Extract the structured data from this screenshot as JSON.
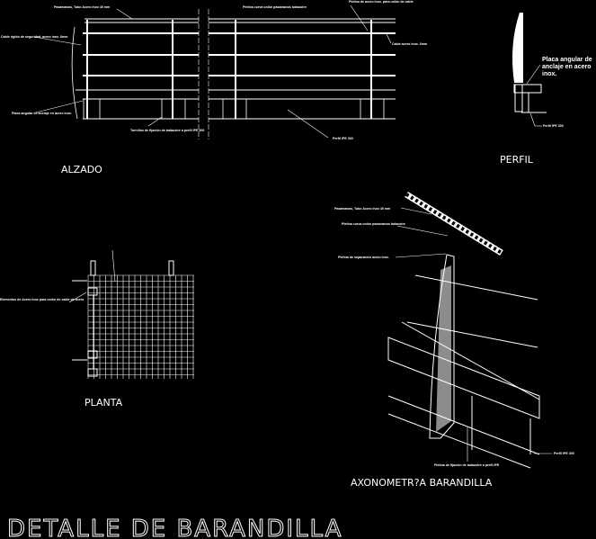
{
  "drawing": {
    "title": "DETALLE  DE  BARANDILLA",
    "colors": {
      "background": "#000000",
      "lines": "#ffffff"
    },
    "views": {
      "alzado": {
        "label": "ALZADO",
        "notes": [
          "Pasamanos, Tubo Acero Inox 40 mm",
          "Pletina curva unión pasamanos balaustre",
          "Pletina de acero inox. para unión de cable",
          "Cable acero inox. 6mm",
          "Cable rígido de seguridad, acero inox. 6mm",
          "Placa angular de anclaje en acero inox.",
          "Tornillos de fijación de balaustre a perfil IPE 300",
          "Perfil IPE 300"
        ]
      },
      "perfil": {
        "label": "PERFIL",
        "notes": [
          "Placa angular de anclaje en acero inox.",
          "Perfil IPE 300"
        ]
      },
      "planta": {
        "label": "PLANTA",
        "notes": [
          "Elementos de Acero Inox para unión de cable de acero"
        ]
      },
      "axonometria": {
        "label": "AXONOMETR?A  BARANDILLA",
        "notes": [
          "Pasamanos, Tubo Acero Inox 40 mm",
          "Pletina curva unión pasamanos balaustre",
          "Pletina de separación acero inox.",
          "Perfil IPE 300",
          "Pletina de fijación de balaustre a perfil IPE"
        ]
      }
    }
  }
}
